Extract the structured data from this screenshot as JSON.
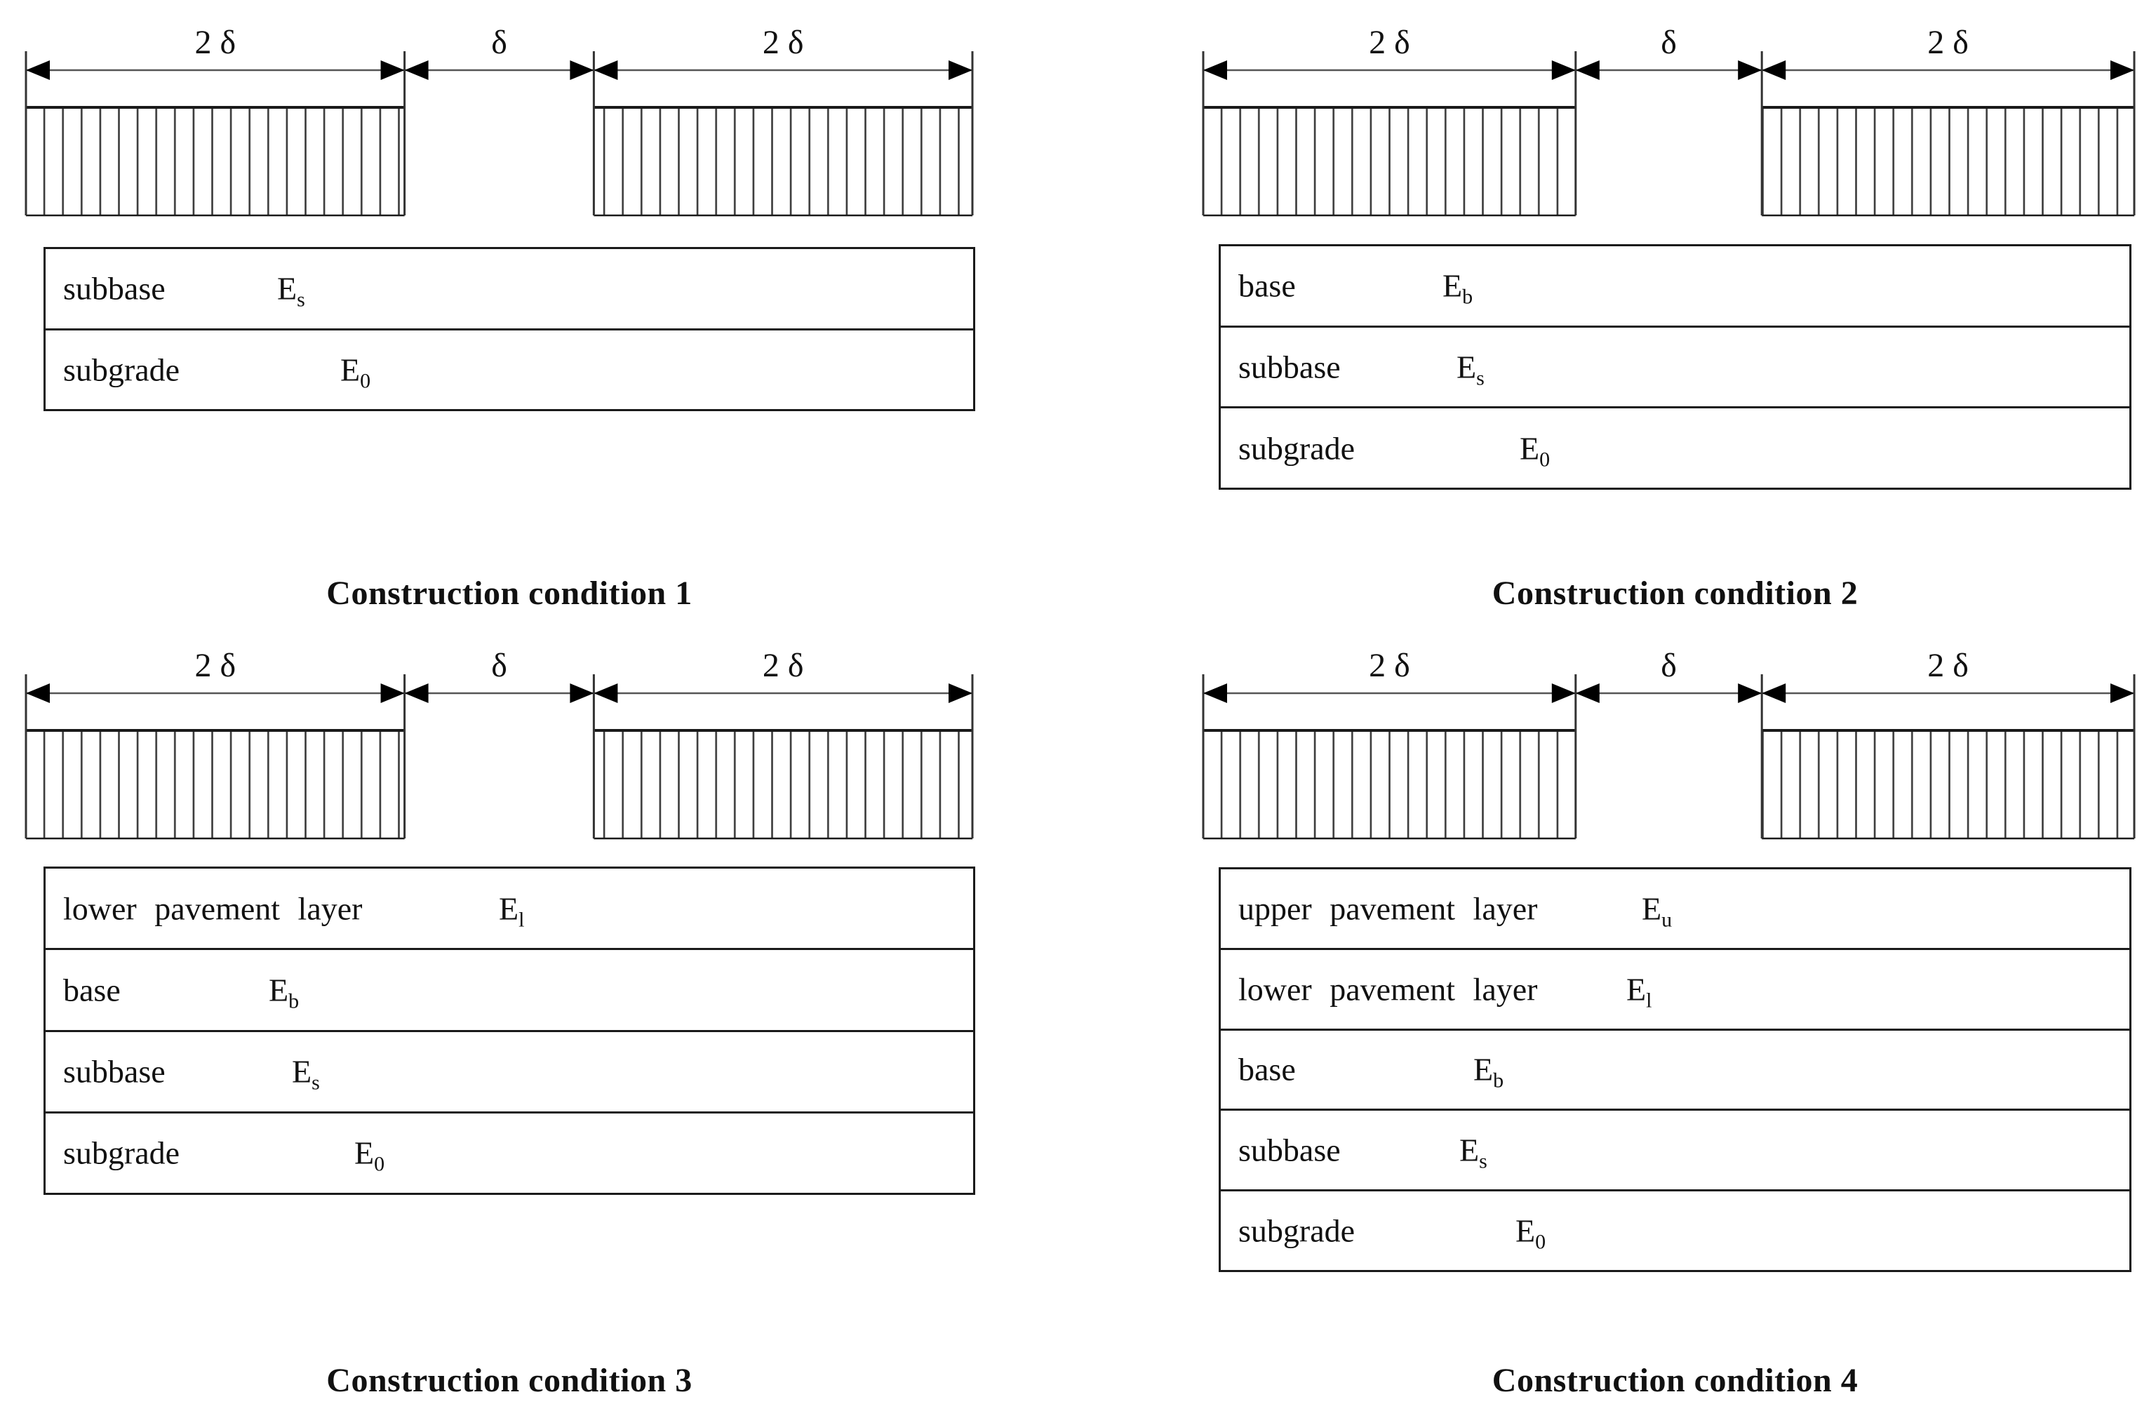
{
  "panels": [
    {
      "caption": "Construction condition 1",
      "dim_labels": [
        "2 δ",
        "δ",
        "2 δ"
      ],
      "layers": [
        {
          "name": "subbase",
          "symbol": "E",
          "sub": "s",
          "tab": 330
        },
        {
          "name": "subgrade",
          "symbol": "E",
          "sub": "0",
          "tab": 420
        }
      ]
    },
    {
      "caption": "Construction condition 2",
      "dim_labels": [
        "2 δ",
        "δ",
        "2 δ"
      ],
      "layers": [
        {
          "name": "base",
          "symbol": "E",
          "sub": "b",
          "tab": 316
        },
        {
          "name": "subbase",
          "symbol": "E",
          "sub": "s",
          "tab": 336
        },
        {
          "name": "subgrade",
          "symbol": "E",
          "sub": "0",
          "tab": 426
        }
      ]
    },
    {
      "caption": "Construction condition 3",
      "dim_labels": [
        "2 δ",
        "δ",
        "2 δ"
      ],
      "layers": [
        {
          "name": "lower pavement layer",
          "symbol": "E",
          "sub": "l",
          "tab": 646
        },
        {
          "name": "base",
          "symbol": "E",
          "sub": "b",
          "tab": 318
        },
        {
          "name": "subbase",
          "symbol": "E",
          "sub": "s",
          "tab": 351
        },
        {
          "name": "subgrade",
          "symbol": "E",
          "sub": "0",
          "tab": 440
        }
      ]
    },
    {
      "caption": "Construction condition 4",
      "dim_labels": [
        "2 δ",
        "δ",
        "2 δ"
      ],
      "layers": [
        {
          "name": "upper pavement layer",
          "symbol": "E",
          "sub": "u",
          "tab": 600
        },
        {
          "name": "lower pavement layer",
          "symbol": "E",
          "sub": "l",
          "tab": 578
        },
        {
          "name": "base",
          "symbol": "E",
          "sub": "b",
          "tab": 360
        },
        {
          "name": "subbase",
          "symbol": "E",
          "sub": "s",
          "tab": 340
        },
        {
          "name": "subgrade",
          "symbol": "E",
          "sub": "0",
          "tab": 420
        }
      ]
    }
  ],
  "colors": {
    "line": "#1a1a1a",
    "hatch_line": "#3a3a3a",
    "dim_line": "#555555",
    "arrowhead": "#000000",
    "text": "#111111",
    "background": "#ffffff"
  }
}
